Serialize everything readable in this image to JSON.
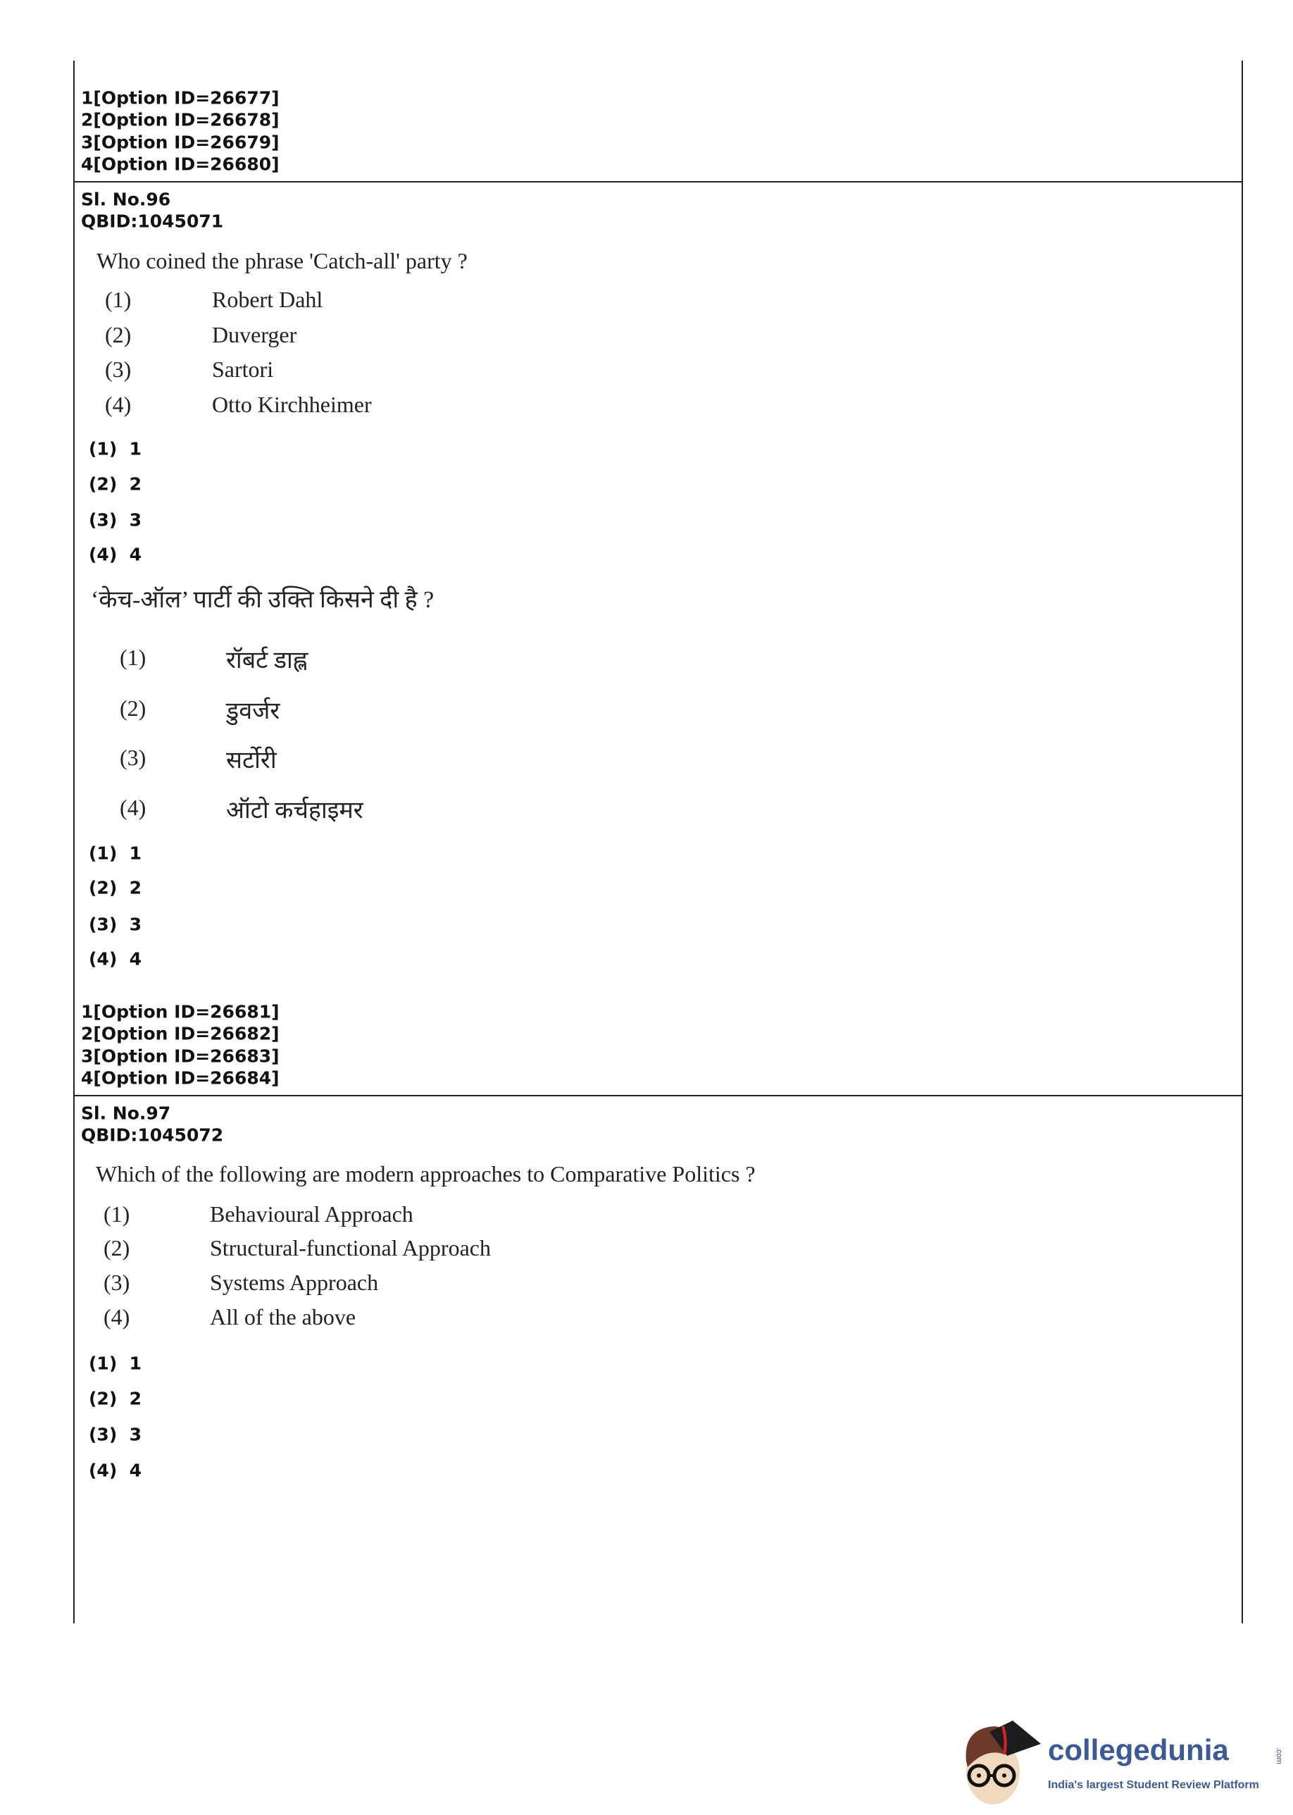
{
  "top_options": [
    "1[Option ID=26677]",
    "2[Option ID=26678]",
    "3[Option ID=26679]",
    "4[Option ID=26680]"
  ],
  "q96": {
    "sl": "Sl. No.96",
    "qbid": "QBID:1045071",
    "question_en": "Who coined the phrase 'Catch-all' party ?",
    "options_en": [
      {
        "n": "(1)",
        "t": "Robert Dahl"
      },
      {
        "n": "(2)",
        "t": "Duverger"
      },
      {
        "n": "(3)",
        "t": "Sartori"
      },
      {
        "n": "(4)",
        "t": "Otto Kirchheimer"
      }
    ],
    "answers_en": [
      "(1)  1",
      "(2)  2",
      "(3)  3",
      "(4)  4"
    ],
    "question_hi": "‘केच-ऑल’ पार्टी की उक्ति किसने दी है ?",
    "options_hi": [
      {
        "n": "(1)",
        "t": "रॉबर्ट डाह्ल"
      },
      {
        "n": "(2)",
        "t": "डुवर्जर"
      },
      {
        "n": "(3)",
        "t": "सर्टोरी"
      },
      {
        "n": "(4)",
        "t": "ऑटो कर्चहाइमर"
      }
    ],
    "answers_hi": [
      "(1)  1",
      "(2)  2",
      "(3)  3",
      "(4)  4"
    ],
    "option_ids": [
      "1[Option ID=26681]",
      "2[Option ID=26682]",
      "3[Option ID=26683]",
      "4[Option ID=26684]"
    ]
  },
  "q97": {
    "sl": "Sl. No.97",
    "qbid": "QBID:1045072",
    "question_en": "Which of the following are modern approaches to Comparative Politics ?",
    "options_en": [
      {
        "n": "(1)",
        "t": "Behavioural Approach"
      },
      {
        "n": "(2)",
        "t": "Structural-functional Approach"
      },
      {
        "n": "(3)",
        "t": "Systems Approach"
      },
      {
        "n": "(4)",
        "t": "All of the above"
      }
    ],
    "answers_en": [
      "(1)  1",
      "(2)  2",
      "(3)  3",
      "(4)  4"
    ]
  },
  "logo": {
    "brand": "collegedunia",
    "domain": ".com",
    "tagline": "India's largest Student Review Platform",
    "colors": {
      "brand": "#3d5a98"
    }
  }
}
